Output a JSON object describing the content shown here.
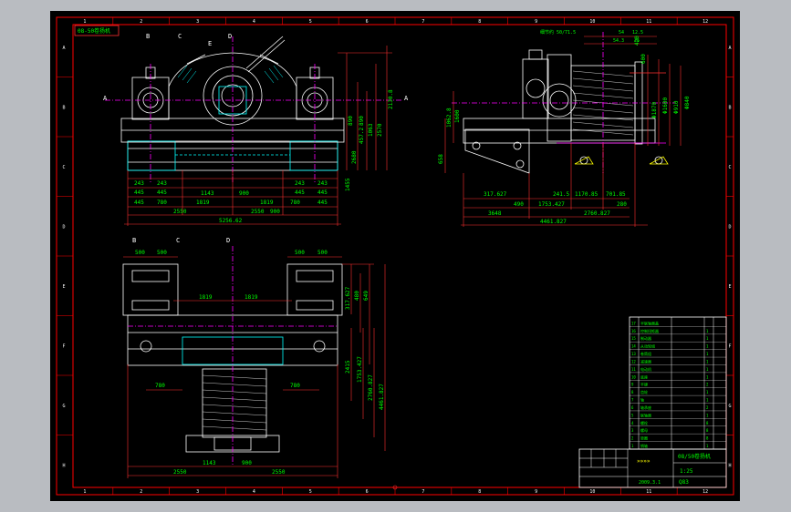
{
  "colors": {
    "chrome": "#b9bcc1",
    "paper": "#000000",
    "border": "#ff0000",
    "outline": "#ffffff",
    "dimension": "#ff3030",
    "text": "#00ff00",
    "center": "#ff00ff",
    "hidden": "#00ffff",
    "note": "#ffff00"
  },
  "title_tag": "08-50卷扬机",
  "grid_top": [
    "1",
    "2",
    "3",
    "4",
    "5",
    "6",
    "7",
    "8",
    "9",
    "10",
    "11",
    "12"
  ],
  "grid_side": [
    "A",
    "B",
    "C",
    "D",
    "E",
    "F",
    "G",
    "H"
  ],
  "section_marks": {
    "front": [
      "B",
      "C",
      "E",
      "D"
    ],
    "plan": [
      "B",
      "C",
      "D"
    ],
    "side": [
      "A",
      "A"
    ]
  },
  "front_dims": {
    "row1": [
      "243",
      "243",
      "243",
      "243"
    ],
    "row2": [
      "445",
      "445",
      "445",
      "445"
    ],
    "row3": [
      "445",
      "780",
      "1143",
      "900",
      "1819",
      "780",
      "445"
    ],
    "overall_a": "2550",
    "overall_b": "2550",
    "overall": "5256.62",
    "mid_a": "1819",
    "mid_b": "900",
    "vert": [
      "2130.8",
      "890",
      "890",
      "457.2",
      "1063",
      "2570",
      "2680",
      "1455"
    ]
  },
  "side_dims": {
    "top": [
      "54",
      "12.5",
      "54.3",
      "25"
    ],
    "top_a": "细节约 50/71.5",
    "row1": [
      "317.627",
      "241.5",
      "1170.85",
      "701.85"
    ],
    "row2": [
      "1753.427",
      "2760.827",
      "280"
    ],
    "row3": [
      "3648",
      "490"
    ],
    "overall": "4461.827",
    "vert": [
      "1062.8",
      "1600",
      "658",
      "600",
      "420"
    ],
    "right": [
      "Φ1870",
      "Φ1600",
      "Φ910",
      "Φ840"
    ]
  },
  "plan_dims": {
    "top": [
      "500",
      "500",
      "500",
      "500"
    ],
    "mid_a": "1819",
    "mid_b": "1819",
    "left_pair": [
      "780",
      "780"
    ],
    "overall_a": "2550",
    "mid_c": "1143",
    "mid_d": "900",
    "overall_b": "2550",
    "vert": [
      "317.627",
      "480",
      "649",
      "2415",
      "1753.427",
      "2760.827",
      "4461.827"
    ]
  },
  "title_block": {
    "drawing_no": "08/50卷扬机",
    "scale": "1:25",
    "company": "»»»»",
    "date": "2009.3.1",
    "sheet": "Q83"
  },
  "parts_table": [
    [
      "17",
      "半联轴器盖",
      ""
    ],
    [
      "16",
      "控制扭矩器",
      "1"
    ],
    [
      "15",
      "制动器",
      "1"
    ],
    [
      "14",
      "从动轮组",
      "1"
    ],
    [
      "13",
      "卷筒组",
      "1"
    ],
    [
      "12",
      "减速器",
      "1"
    ],
    [
      "11",
      "电动机",
      "1"
    ],
    [
      "10",
      "底座",
      "1"
    ],
    [
      "9",
      "平键",
      "2"
    ],
    [
      "8",
      "齿轮",
      "1"
    ],
    [
      "7",
      "轴",
      "1"
    ],
    [
      "6",
      "轴承座",
      "2"
    ],
    [
      "5",
      "联轴器",
      "1"
    ],
    [
      "4",
      "螺栓",
      "8"
    ],
    [
      "3",
      "螺母",
      "8"
    ],
    [
      "2",
      "垫圈",
      "8"
    ],
    [
      "1",
      "销轴",
      "1"
    ]
  ]
}
